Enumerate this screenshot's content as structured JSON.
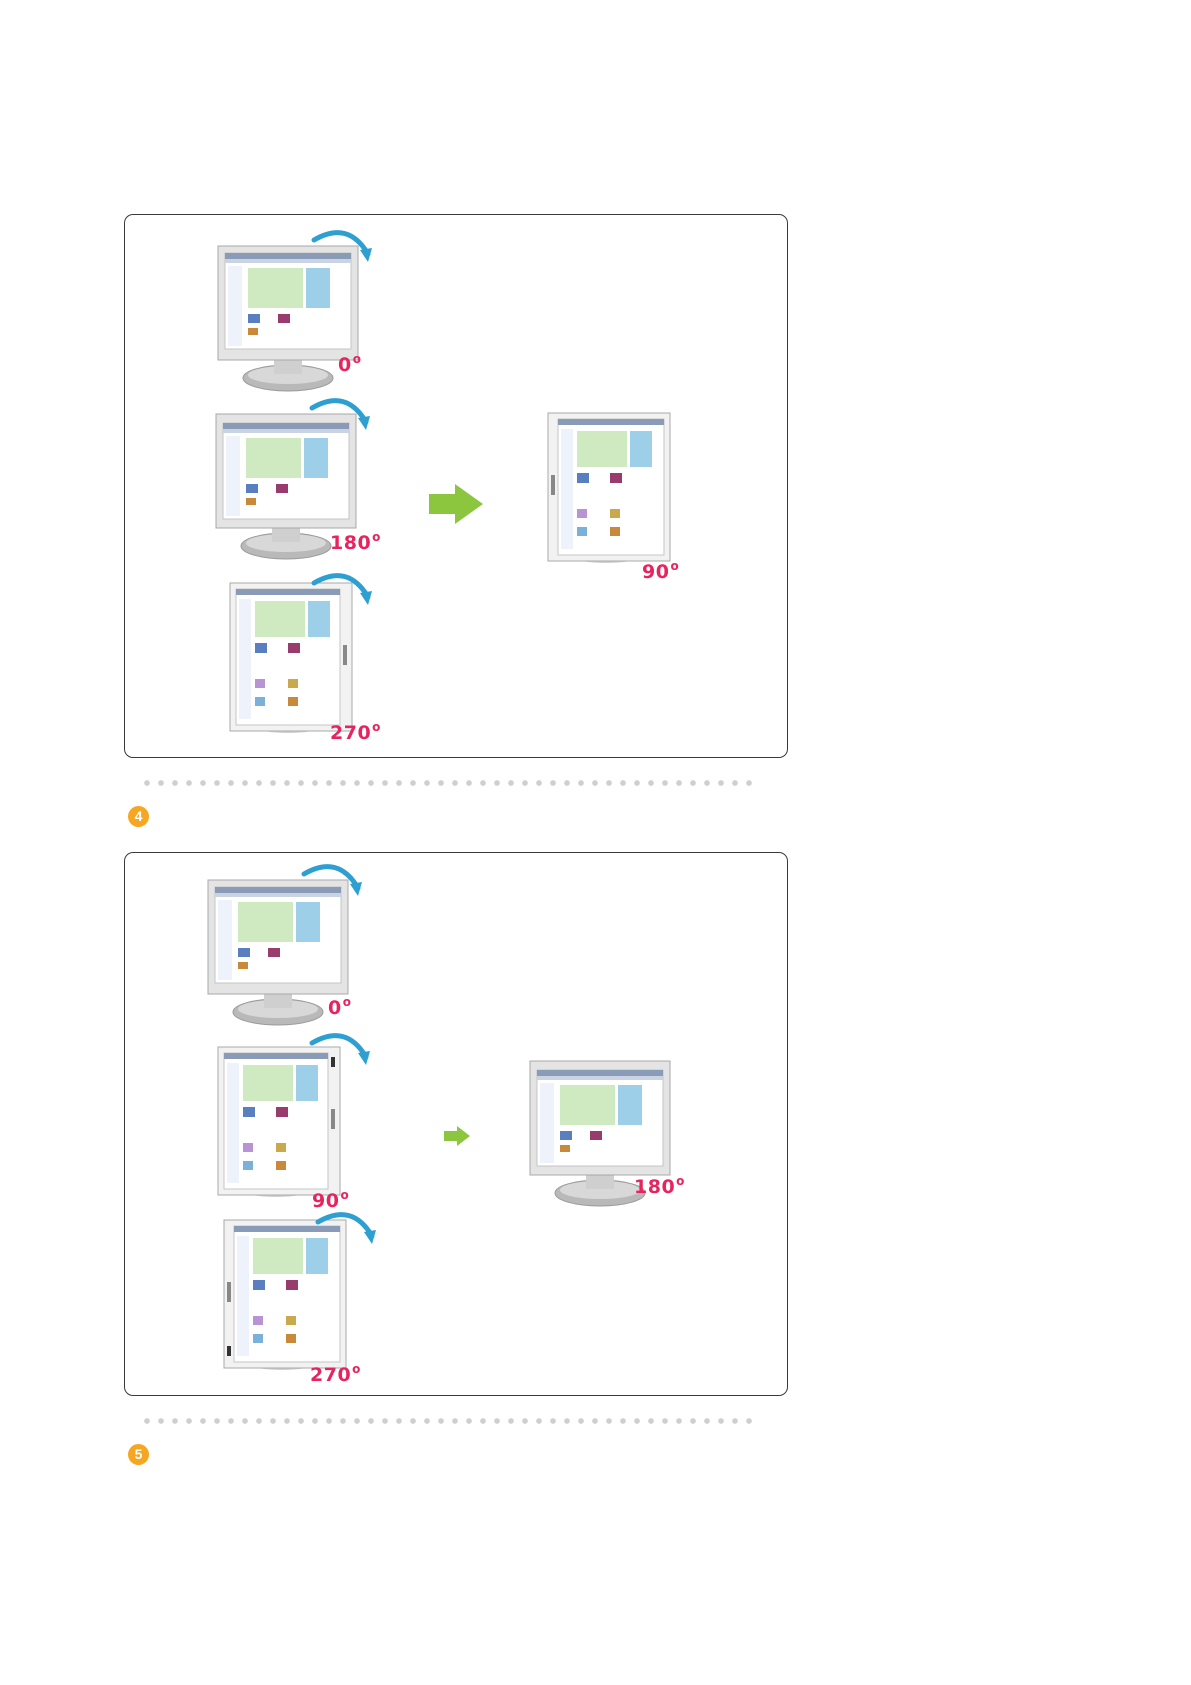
{
  "colors": {
    "angle_label": "#e8245f",
    "rotate_arrow": "#2d9fd0",
    "transition_arrow": "#8cc63f",
    "step_badge": "#f5a623",
    "panel_border": "#3b3b3b",
    "dot_separator": "#cfcfcf"
  },
  "icons": {
    "rotate": "curved-arrow-clockwise-icon",
    "transition": "right-arrow-icon",
    "device": "monitor-icon"
  },
  "panel_1": {
    "sources": [
      {
        "label": "0",
        "orientation": "landscape"
      },
      {
        "label": "180",
        "orientation": "landscape"
      },
      {
        "label": "270",
        "orientation": "portrait"
      }
    ],
    "result": {
      "label": "90",
      "orientation": "portrait"
    }
  },
  "step_4": {
    "number": "4"
  },
  "panel_2": {
    "sources": [
      {
        "label": "0",
        "orientation": "landscape"
      },
      {
        "label": "90",
        "orientation": "portrait"
      },
      {
        "label": "270",
        "orientation": "portrait"
      }
    ],
    "result": {
      "label": "180",
      "orientation": "landscape"
    }
  },
  "step_5": {
    "number": "5"
  }
}
